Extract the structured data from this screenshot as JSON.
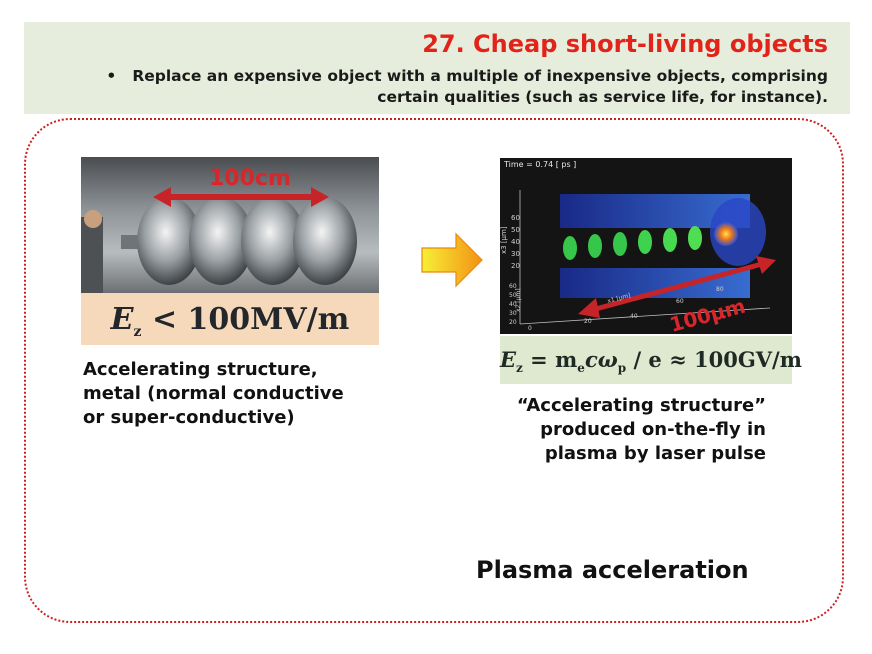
{
  "slide": {
    "title": "27. Cheap short-living objects",
    "bullet_marker": "•",
    "bullet_line1": "Replace an expensive object with a multiple of inexpensive objects, comprising",
    "bullet_line2": "certain qualities (such as service life, for instance)."
  },
  "left_panel": {
    "photo_label": "100cm",
    "formula_lhs": "E",
    "formula_sub": "z",
    "formula_rhs": "< 100MV/m",
    "caption_lines": [
      "Accelerating structure,",
      "metal (normal conductive",
      "or super-conductive)"
    ]
  },
  "right_panel": {
    "time_label": "Time =      0.74 [ ps ]",
    "scale_label": "100μm",
    "y_axis_title": "x3 [μm]",
    "y_axis_ticks": [
      "60",
      "50",
      "40",
      "30",
      "20"
    ],
    "depth_axis_title": "x2 [μm]",
    "depth_ticks": [
      "60",
      "50",
      "40",
      "30",
      "20"
    ],
    "x_axis_title": "x1 [μm]",
    "x_axis_ticks": [
      "0",
      "20",
      "40",
      "60",
      "80"
    ],
    "formula_text": "= m",
    "formula_mid": "cω",
    "formula_end": "/ e ≈ 100GV/m",
    "caption_lines": [
      "“Accelerating structure”",
      "produced on-the-fly in",
      "plasma by laser pulse"
    ]
  },
  "footer": {
    "label": "Plasma acceleration"
  },
  "colors": {
    "title": "#e2231a",
    "header_band": "#e7eddc",
    "frame_dots": "#d01e1e",
    "arrow_head": "#c62428",
    "transition_arrow_left": "#f7ef36",
    "transition_arrow_right": "#f39214"
  }
}
